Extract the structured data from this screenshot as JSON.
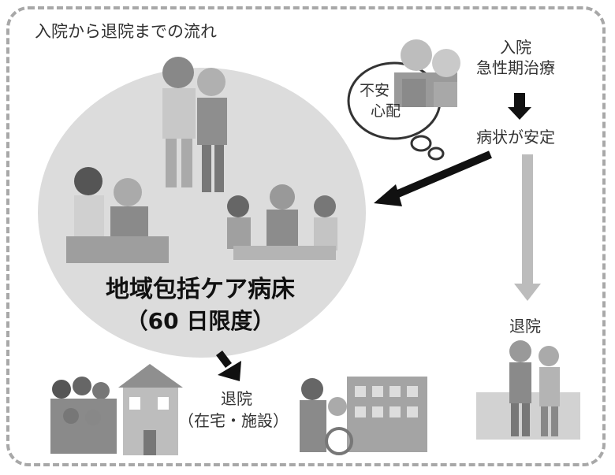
{
  "title": "入院から退院までの流れ",
  "thought": {
    "line1": "不安",
    "line2": "心配"
  },
  "admission": {
    "line1": "入院",
    "line2": "急性期治療"
  },
  "stable": "病状が安定",
  "discharge_direct": "退院",
  "care_ward": {
    "name": "地域包括ケア病床",
    "limit": "（60 日限度）"
  },
  "discharge_from_ward": {
    "line1": "退院",
    "line2": "（在宅・施設）"
  },
  "colors": {
    "circle": "#dcdcdc",
    "frame": "#a8a8a8",
    "arrow_dark": "#111111",
    "arrow_light": "#bcbcbc"
  }
}
